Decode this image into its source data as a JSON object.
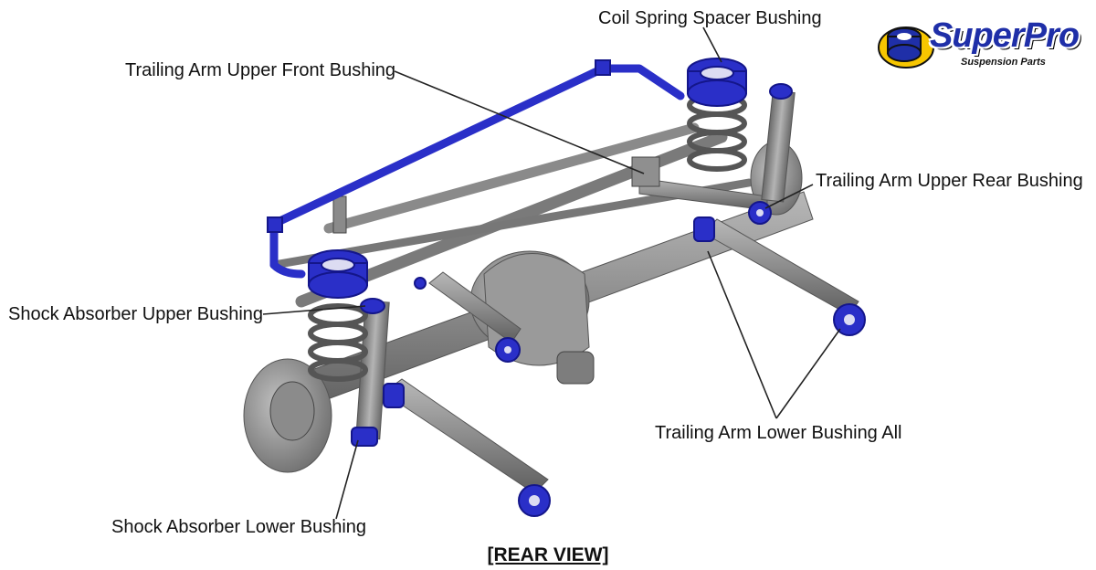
{
  "colors": {
    "bushing": "#2a2fc8",
    "steel": "#8e8e8e",
    "leader": "#222222",
    "logo_yellow": "#f7c600",
    "logo_blue": "#1f2fa8"
  },
  "logo": {
    "brand": "SuperPro",
    "tagline": "Suspension Parts"
  },
  "labels": {
    "coil_spring_spacer": "Coil Spring Spacer Bushing",
    "trailing_arm_upper_front": "Trailing Arm Upper Front Bushing",
    "trailing_arm_upper_rear": "Trailing Arm Upper Rear Bushing",
    "shock_absorber_upper": "Shock Absorber Upper Bushing",
    "trailing_arm_lower_all": "Trailing Arm Lower Bushing All",
    "shock_absorber_lower": "Shock Absorber Lower Bushing"
  },
  "caption": "[REAR VIEW]"
}
